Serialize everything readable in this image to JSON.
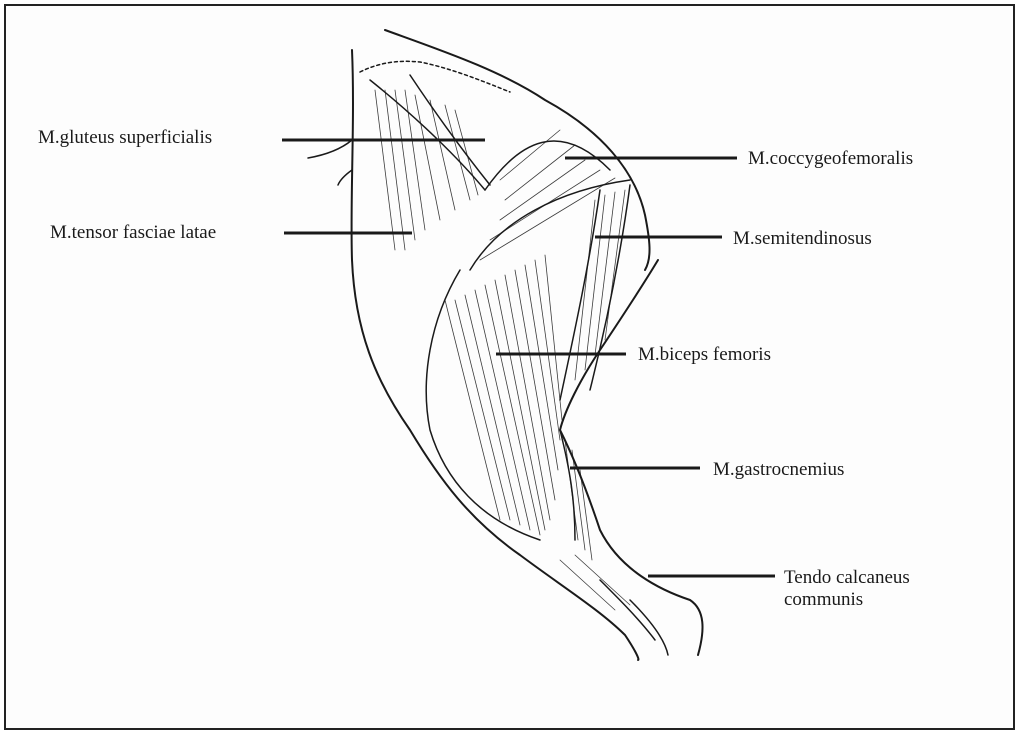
{
  "labels": {
    "gluteus": "M.gluteus superficialis",
    "tensor": "M.tensor fasciae latae",
    "coccygeo": "M.coccygeofemoralis",
    "semitend": "M.semitendinosus",
    "biceps": "M.biceps femoris",
    "gastro": "M.gastrocnemius",
    "tendo_line1": "Tendo calcaneus",
    "tendo_line2": "communis"
  },
  "colors": {
    "ink": "#1a1a1a",
    "frame": "#222222",
    "background": "#fdfdfd"
  }
}
